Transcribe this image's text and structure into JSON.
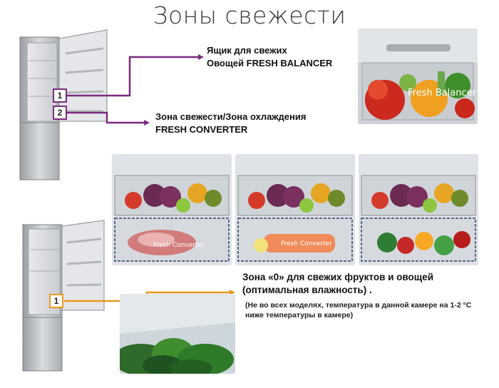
{
  "title": "Зоны свежести",
  "zones": [
    {
      "badge": "1",
      "line1": "Ящик для свежих",
      "line2": "Овощей FRESH BALANCER",
      "color": "#7a2c7f"
    },
    {
      "badge": "2",
      "line1": "Зона свежести/Зона охлаждения",
      "line2": "FRESH CONVERTER",
      "color": "#7a2c7f"
    }
  ],
  "zone_zero": {
    "badge": "1",
    "line1": "Зона «0» для свежих фруктов и овощей",
    "line2": "(оптимальная влажность) .",
    "note_line1": "(Не во всех моделях, температура в данной камере на 1-2 °С",
    "note_line2": "ниже температуры в камере)",
    "color": "#ea9a1d"
  },
  "photo_overlay": {
    "balancer": "Fresh Balancer",
    "converter": "Fresh Converter"
  },
  "colors": {
    "purple": "#7a2c7f",
    "orange": "#ea9a1d",
    "title": "#3a3a3a"
  }
}
